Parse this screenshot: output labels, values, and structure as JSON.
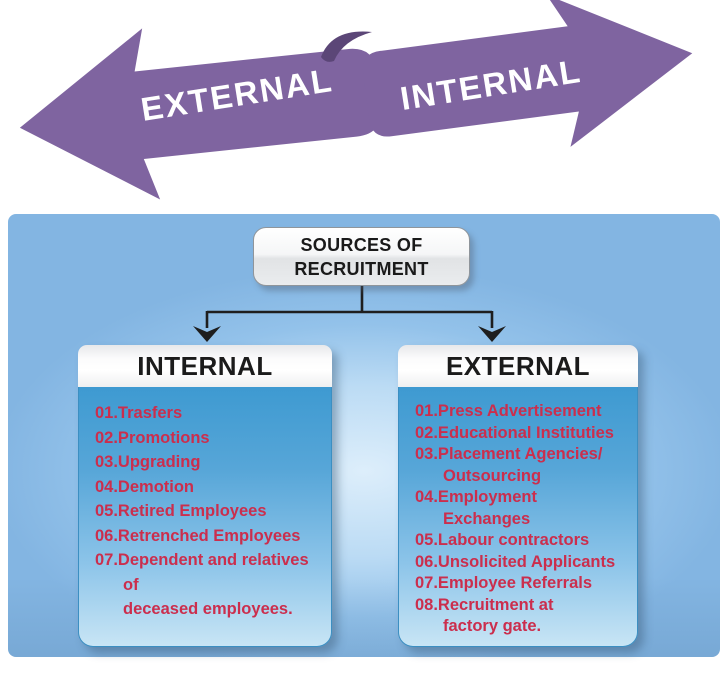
{
  "banner": {
    "external_label": "EXTERNAL",
    "internal_label": "INTERNAL"
  },
  "diagram": {
    "root_box": {
      "line1": "SOURCES OF",
      "line2": "RECRUITMENT"
    },
    "internal_box": {
      "title": "INTERNAL",
      "items": [
        "01.Trasfers",
        "02.Promotions",
        "03.Upgrading",
        "04.Demotion",
        "05.Retired Employees",
        "06.Retrenched Employees",
        "07.Dependent and relatives of\ndeceased employees."
      ]
    },
    "external_box": {
      "title": "EXTERNAL",
      "items": [
        "01.Press Advertisement",
        "02.Educational Instituties",
        "03.Placement Agencies/\nOutsourcing",
        "04.Employment\nExchanges",
        "05.Labour contractors",
        "06.Unsolicited Applicants",
        "07.Employee Referrals",
        "08.Recruitment at\nfactory gate."
      ]
    }
  },
  "colors": {
    "ribbon_purple": "#7F64A0",
    "ribbon_fold_dark": "#5B4677",
    "list_red": "#CB2E4D",
    "panel_blue": "#85B8E4",
    "body_blue_top": "#3E9AD1",
    "body_blue_bottom": "#C8E5F5",
    "connector_black": "#1E1E1E"
  }
}
